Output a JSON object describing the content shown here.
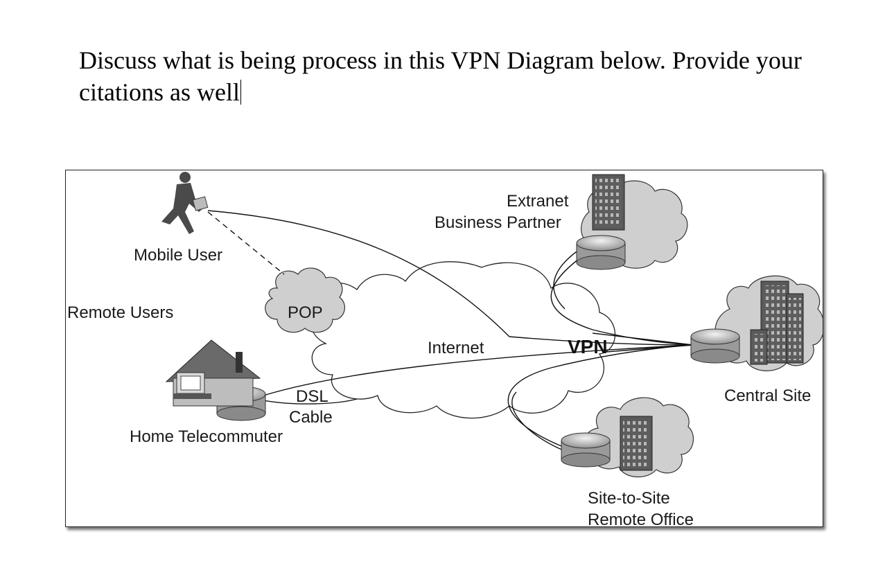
{
  "document": {
    "question_text": "Discuss what is being process in this VPN Diagram below. Provide your citations as well"
  },
  "diagram": {
    "labels": {
      "mobile_user": "Mobile User",
      "remote_users": "Remote Users",
      "pop": "POP",
      "home_telecommuter": "Home Telecommuter",
      "dsl": "DSL",
      "cable": "Cable",
      "internet": "Internet",
      "vpn": "VPN",
      "extranet": "Extranet",
      "business_partner": "Business Partner",
      "central_site": "Central Site",
      "site_to_site": "Site-to-Site",
      "remote_office": "Remote Office"
    },
    "colors": {
      "cloud_fill": "#cfcfcf",
      "building_fill": "#6e6e6e",
      "line": "#111111"
    }
  }
}
